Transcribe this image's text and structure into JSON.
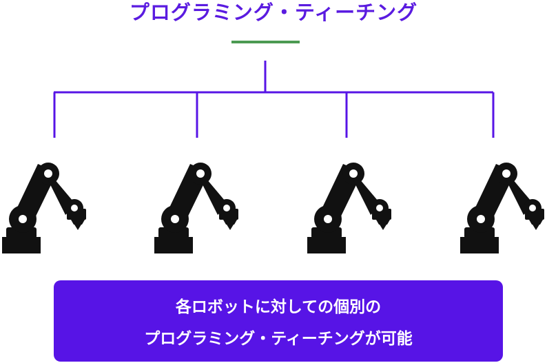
{
  "title": "プログラミング・ティーチング",
  "caption": {
    "line1": "各ロボットに対しての個別の",
    "line2": "プログラミング・ティーチングが可能"
  },
  "colors": {
    "accent": "#5714e6",
    "title": "#5a1be0",
    "underline": "#4c9a52",
    "robot": "#111111"
  },
  "icons": [
    "robot-arm-icon",
    "robot-arm-icon",
    "robot-arm-icon",
    "robot-arm-icon"
  ]
}
